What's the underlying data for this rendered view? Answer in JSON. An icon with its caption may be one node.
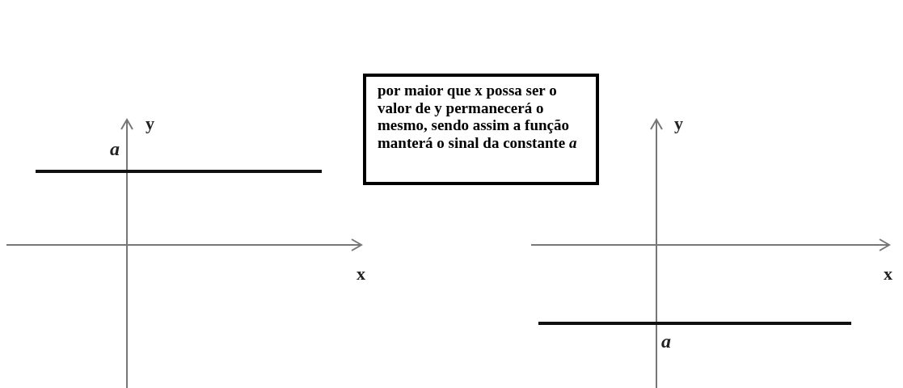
{
  "diagram": {
    "nodes": [
      {
        "text": [
          "por maior que x possa ser o valor de y permanecerá o mesmo, sendo assim a função manterá o sinal da constante *a*"
        ]
      }
    ],
    "labels": [
      "y",
      "y",
      "a",
      "x",
      "x",
      "a"
    ]
  }
}
